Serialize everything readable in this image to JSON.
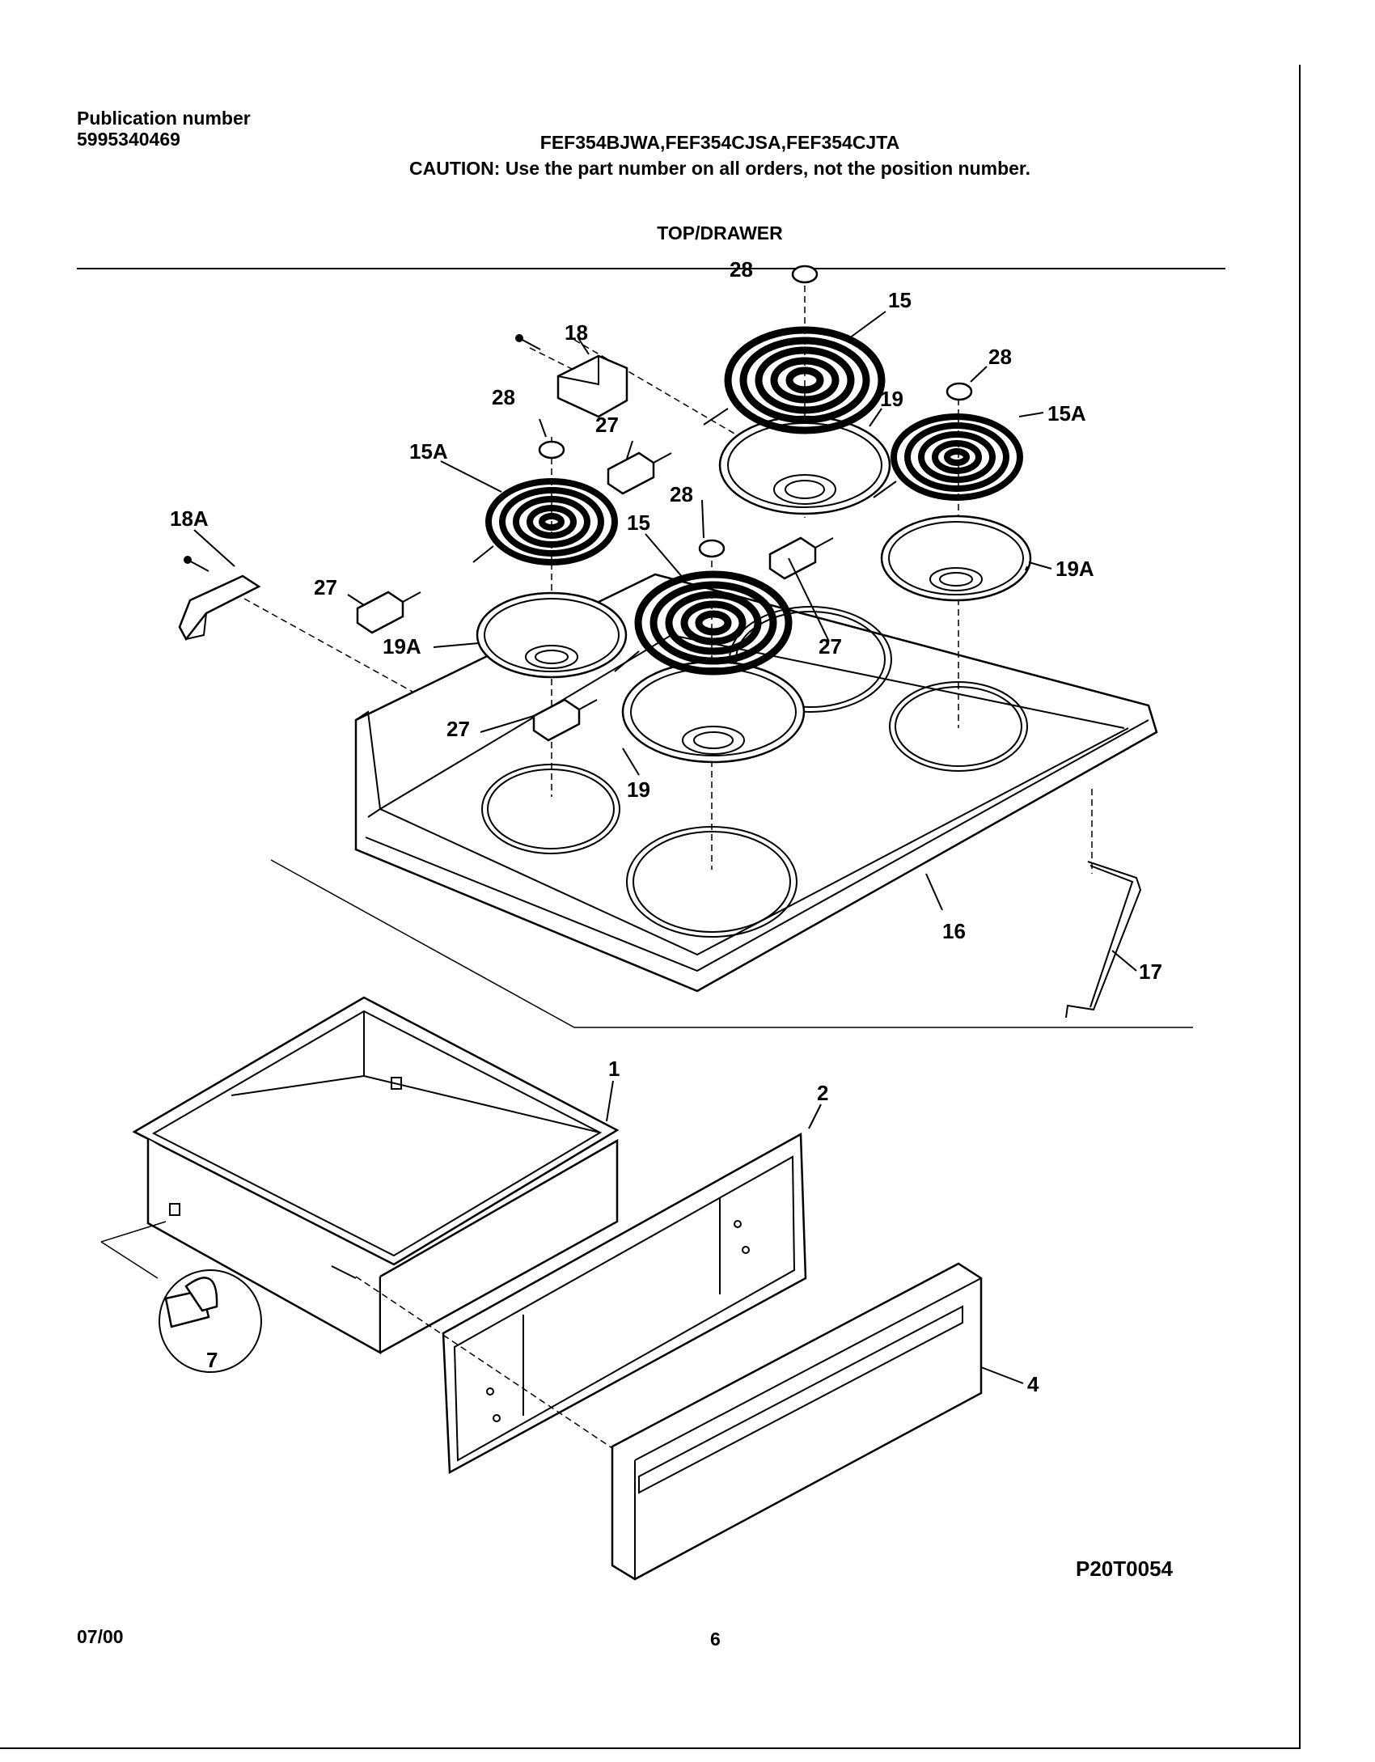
{
  "header": {
    "publication_label": "Publication number",
    "publication_number": "5995340469",
    "models": "FEF354BJWA,FEF354CJSA,FEF354CJTA",
    "caution": "CAUTION:  Use the part number on all orders, not the position number.",
    "section_title": "TOP/DRAWER"
  },
  "diagram": {
    "callouts": [
      "28",
      "15",
      "18",
      "28",
      "19",
      "15A",
      "28",
      "27",
      "15A",
      "28",
      "15",
      "18A",
      "27",
      "19A",
      "27",
      "19A",
      "27",
      "19",
      "16",
      "17",
      "1",
      "2",
      "4",
      "7"
    ],
    "figure_code": "P20T0054"
  },
  "footer": {
    "date": "07/00",
    "page": "6"
  }
}
